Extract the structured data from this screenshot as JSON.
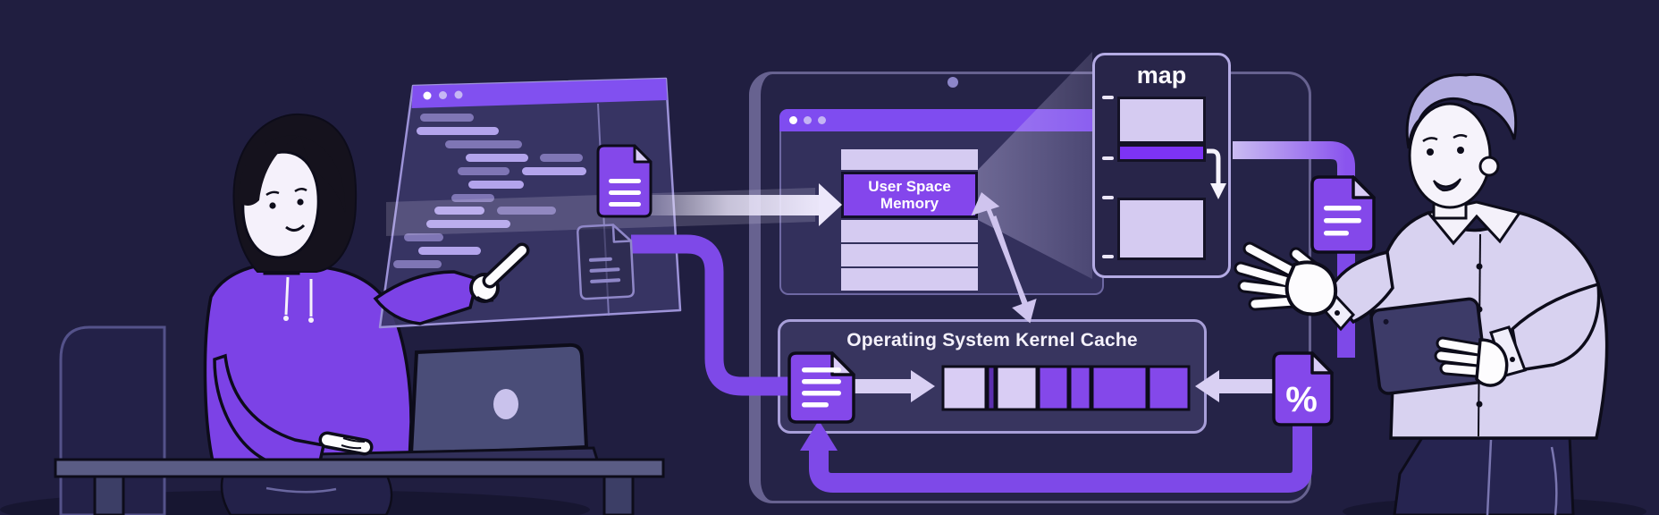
{
  "illustration": {
    "labels": {
      "map_panel_title": "map",
      "user_space_line1": "User Space",
      "user_space_line2": "Memory",
      "kernel_cache_title": "Operating System Kernel Cache",
      "percent_glyph": "%"
    },
    "colors": {
      "background": "#201e40",
      "pipe_purple": "#7e49e8",
      "icon_purple": "#8448ea",
      "bright_purple_block": "#7d33f5",
      "lavender_block": "#d5cbf1",
      "dark_purple_sliver": "#5c2fae",
      "panel_border": "#a89fd9",
      "titlebar_purple": "#8150f0",
      "light_arrow": "#ece7fb",
      "white_text": "#f4f1fb",
      "outline_black": "#0d0c1a"
    }
  }
}
